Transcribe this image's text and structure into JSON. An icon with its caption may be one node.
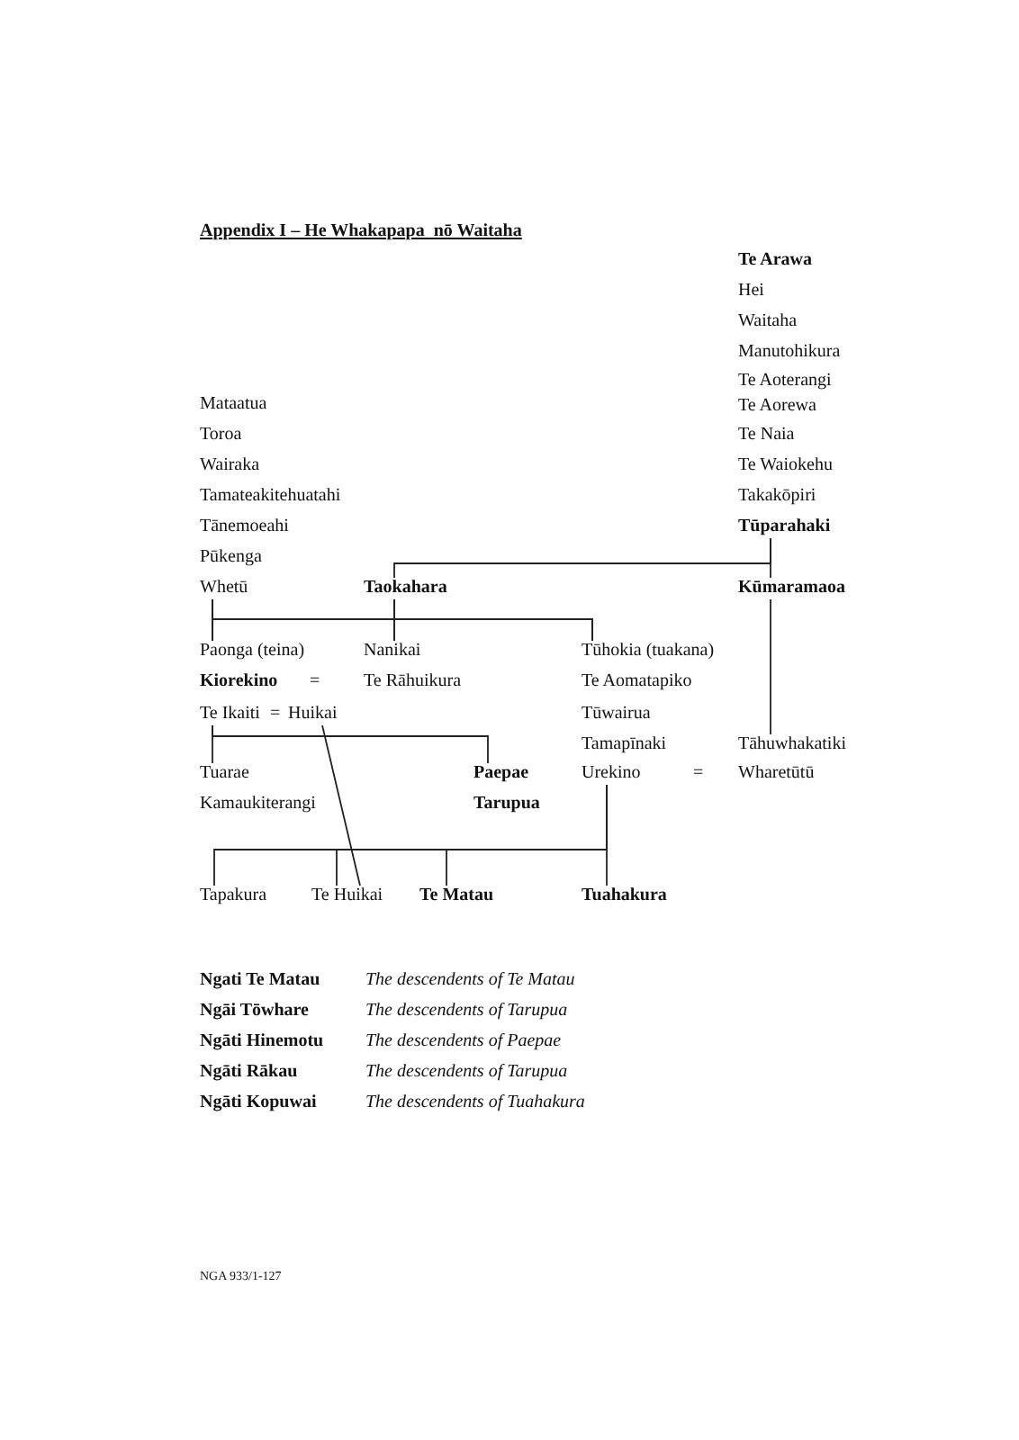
{
  "diagram": {
    "title": "Appendix I – He Whakapapa  nō Waitaha",
    "nodes": [
      {
        "text": [
          "Tūparahaki"
        ]
      },
      {
        "text": [
          "Whetū"
        ]
      },
      {
        "text": [
          "Taokahara"
        ]
      },
      {
        "text": [
          "Kūmaramaoa"
        ]
      },
      {
        "text": [
          "Paonga (teina)"
        ]
      },
      {
        "text": [
          "Nanikai"
        ]
      },
      {
        "text": [
          "Tūhokia (tuakana)"
        ]
      },
      {
        "text": [
          "Te Ikaiti"
        ]
      },
      {
        "text": [
          "Huikai"
        ]
      },
      {
        "text": [
          "Tāhuwhakatiki"
        ]
      },
      {
        "text": [
          "Tuarae"
        ]
      },
      {
        "text": [
          "Paepae"
        ]
      },
      {
        "text": [
          "Urekino"
        ]
      },
      {
        "text": [
          "Tapakura"
        ]
      },
      {
        "text": [
          "Te Huikai"
        ]
      },
      {
        "text": [
          "Te Matau"
        ]
      },
      {
        "text": [
          "Tuahakura"
        ]
      }
    ],
    "edges": [
      {
        "from": 0,
        "to": 2,
        "arrow": "none"
      },
      {
        "from": 0,
        "to": 3,
        "arrow": "none"
      },
      {
        "from": 1,
        "to": 4,
        "arrow": "none"
      },
      {
        "from": 1,
        "to": 5,
        "arrow": "none"
      },
      {
        "from": 1,
        "to": 6,
        "arrow": "none"
      },
      {
        "from": 2,
        "to": 4,
        "arrow": "none"
      },
      {
        "from": 2,
        "to": 5,
        "arrow": "none"
      },
      {
        "from": 2,
        "to": 6,
        "arrow": "none"
      },
      {
        "from": 3,
        "to": 9,
        "arrow": "none"
      },
      {
        "from": 7,
        "to": 10,
        "arrow": "none"
      },
      {
        "from": 7,
        "to": 11,
        "arrow": "none"
      },
      {
        "from": 8,
        "to": 14,
        "arrow": "none"
      },
      {
        "from": 12,
        "to": 13,
        "arrow": "none"
      },
      {
        "from": 12,
        "to": 14,
        "arrow": "none"
      },
      {
        "from": 12,
        "to": 15,
        "arrow": "none"
      },
      {
        "from": 12,
        "to": 16,
        "arrow": "none"
      }
    ],
    "labels": [
      "Te Arawa",
      "Hei",
      "Waitaha",
      "Manutohikura",
      "Te Aoterangi",
      "Mataatua",
      "Te Aorewa",
      "Toroa",
      "Te Naia",
      "Wairaka",
      "Te Waiokehu",
      "Tamateakitehuatahi",
      "Takakōpiri",
      "Tānemoeahi",
      "Pūkenga",
      "Kiorekino",
      "=",
      "Te Rāhuikura",
      "Te Aomatapiko",
      "=",
      "Tūwairua",
      "Tamapīnaki",
      "=",
      "Wharetūtū",
      "Kamaukiterangi",
      "Tarupua",
      "Ngati Te Matau",
      "The descendents of Te Matau",
      "Ngāi Tōwhare",
      "The descendents of Tarupua",
      "Ngāti Hinemotu",
      "The descendents of Paepae",
      "Ngāti Rākau",
      "The descendents of Tarupua",
      "Ngāti Kopuwai",
      "The descendents of Tuahakura",
      "NGA 933/1-127"
    ]
  }
}
